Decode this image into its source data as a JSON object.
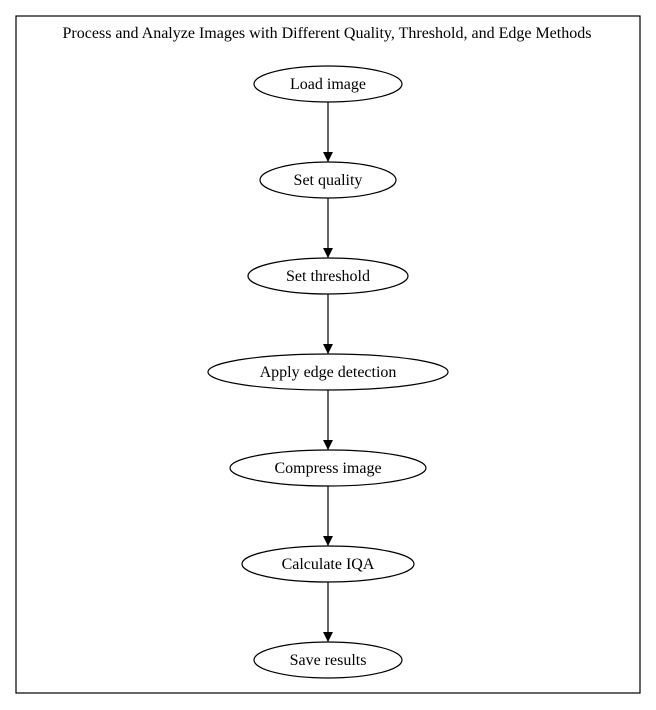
{
  "diagram": {
    "title": "Process and Analyze Images with Different Quality, Threshold, and Edge Methods",
    "nodes": [
      {
        "id": "load",
        "label": "Load image"
      },
      {
        "id": "quality",
        "label": "Set quality"
      },
      {
        "id": "threshold",
        "label": "Set threshold"
      },
      {
        "id": "edge",
        "label": "Apply edge detection"
      },
      {
        "id": "compress",
        "label": "Compress image"
      },
      {
        "id": "iqa",
        "label": "Calculate IQA"
      },
      {
        "id": "save",
        "label": "Save results"
      }
    ],
    "edges": [
      {
        "from": "load",
        "to": "quality"
      },
      {
        "from": "quality",
        "to": "threshold"
      },
      {
        "from": "threshold",
        "to": "edge"
      },
      {
        "from": "edge",
        "to": "compress"
      },
      {
        "from": "compress",
        "to": "iqa"
      },
      {
        "from": "iqa",
        "to": "save"
      }
    ],
    "colors": {
      "stroke": "#000000",
      "background": "#ffffff"
    }
  }
}
